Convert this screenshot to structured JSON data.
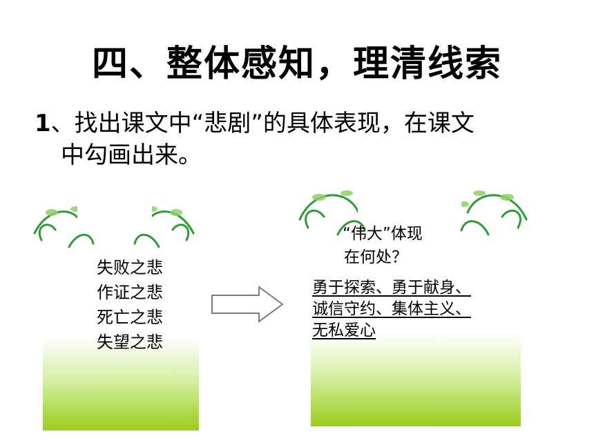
{
  "slide": {
    "title": "四、整体感知，理清线索",
    "point": {
      "number": "1",
      "line1": "、找出课文中“悲剧”的具体表现，在课文",
      "line2": "中勾画出来。"
    },
    "left_card": {
      "items": [
        "失败之悲",
        "作证之悲",
        "死亡之悲",
        "失望之悲"
      ]
    },
    "right_card": {
      "question_line1": "“伟大”体现",
      "question_line2": "在何处？",
      "answers": [
        "勇于探索、勇于献身、",
        "诚信守约、集体主义、",
        "无私爱心"
      ]
    }
  },
  "colors": {
    "leaf_green": "#2e9a38",
    "light_green": "#8fd06a",
    "fade_green": "#9ccc1c"
  },
  "icons": [
    "vine-ornament-icon",
    "right-arrow-icon"
  ]
}
